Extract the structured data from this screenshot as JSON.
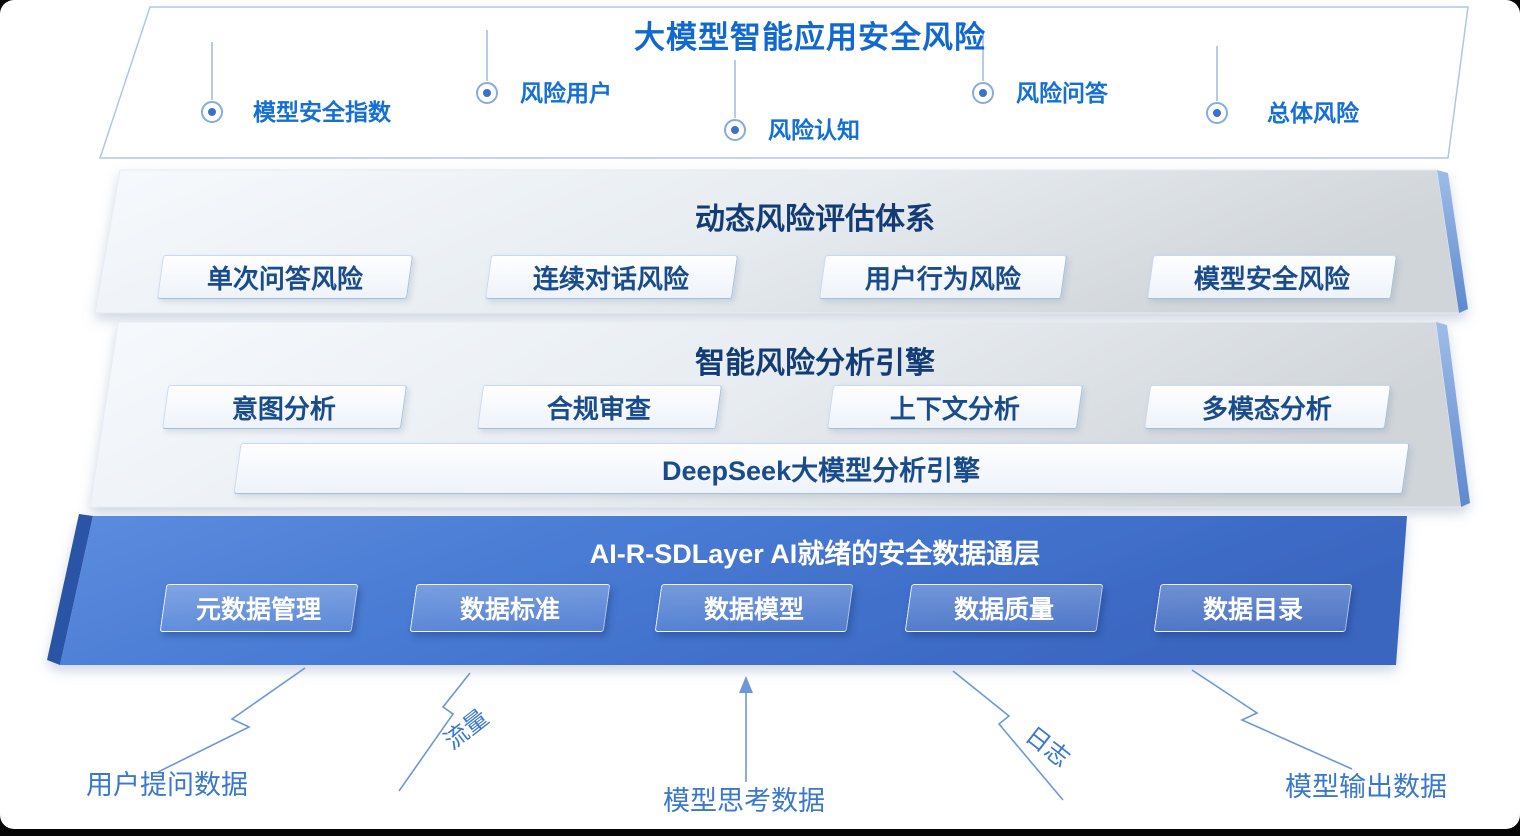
{
  "top_frame": {
    "title": "大模型智能应用安全风险",
    "indicators": [
      {
        "label": "模型安全指数"
      },
      {
        "label": "风险用户"
      },
      {
        "label": "风险认知"
      },
      {
        "label": "风险问答"
      },
      {
        "label": "总体风险"
      }
    ]
  },
  "layers": [
    {
      "title": "动态风险评估体系",
      "items": [
        {
          "label": "单次问答风险"
        },
        {
          "label": "连续对话风险"
        },
        {
          "label": "用户行为风险"
        },
        {
          "label": "模型安全风险"
        }
      ]
    },
    {
      "title": "智能风险分析引擎",
      "items": [
        {
          "label": "意图分析"
        },
        {
          "label": "合规审查"
        },
        {
          "label": "上下文分析"
        },
        {
          "label": "多模态分析"
        }
      ],
      "engine_bar": "DeepSeek大模型分析引擎"
    },
    {
      "title": "AI-R-SDLayer AI就绪的安全数据通层",
      "items": [
        {
          "label": "元数据管理"
        },
        {
          "label": "数据标准"
        },
        {
          "label": "数据模型"
        },
        {
          "label": "数据质量"
        },
        {
          "label": "数据目录"
        }
      ]
    }
  ],
  "data_sources": [
    {
      "label": "用户提问数据"
    },
    {
      "label": "流量"
    },
    {
      "label": "模型思考数据"
    },
    {
      "label": "日志"
    },
    {
      "label": "模型输出数据"
    }
  ],
  "colors": {
    "headline_blue": "#1168CE",
    "indicator_blue": "#1470D2",
    "dark_navy_text": "#133B75",
    "box_text_blue": "#1A4C8C",
    "light_layer_start": "#F6FAFD",
    "light_layer_end": "#D0D5DA",
    "blue_layer_start": "#5C8CDE",
    "blue_layer_end": "#3A66C0",
    "blue_layer_side": "#2B55A6",
    "connector_line": "#6D97D8",
    "frame_outline": "#AEC6E8",
    "source_label_blue": "#3A78CC"
  }
}
